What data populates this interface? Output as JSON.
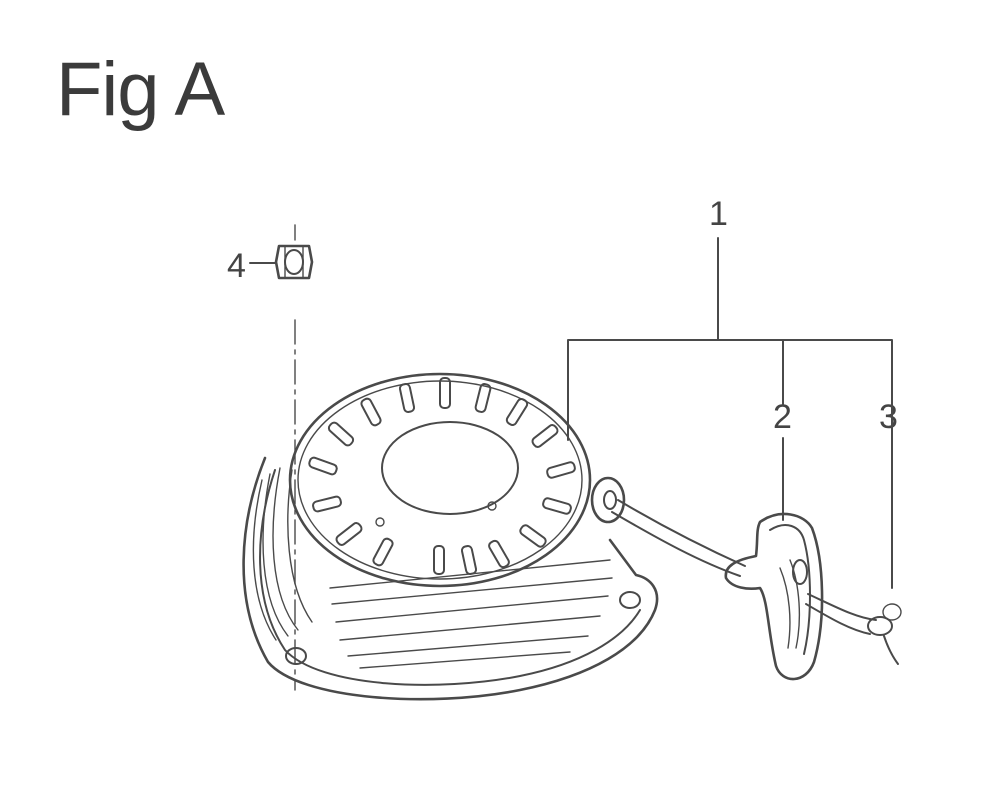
{
  "figure": {
    "title": "Fig A"
  },
  "callouts": [
    {
      "id": "1",
      "label": "1"
    },
    {
      "id": "2",
      "label": "2"
    },
    {
      "id": "3",
      "label": "3"
    },
    {
      "id": "4",
      "label": "4"
    }
  ],
  "parts": [
    {
      "callout": "1",
      "name": "recoil-starter-assembly"
    },
    {
      "callout": "2",
      "name": "starter-grip-handle"
    },
    {
      "callout": "3",
      "name": "starter-rope"
    },
    {
      "callout": "4",
      "name": "nut"
    }
  ],
  "colors": {
    "line": "#4a4a4a",
    "text": "#3b3b3b",
    "background": "#ffffff"
  }
}
